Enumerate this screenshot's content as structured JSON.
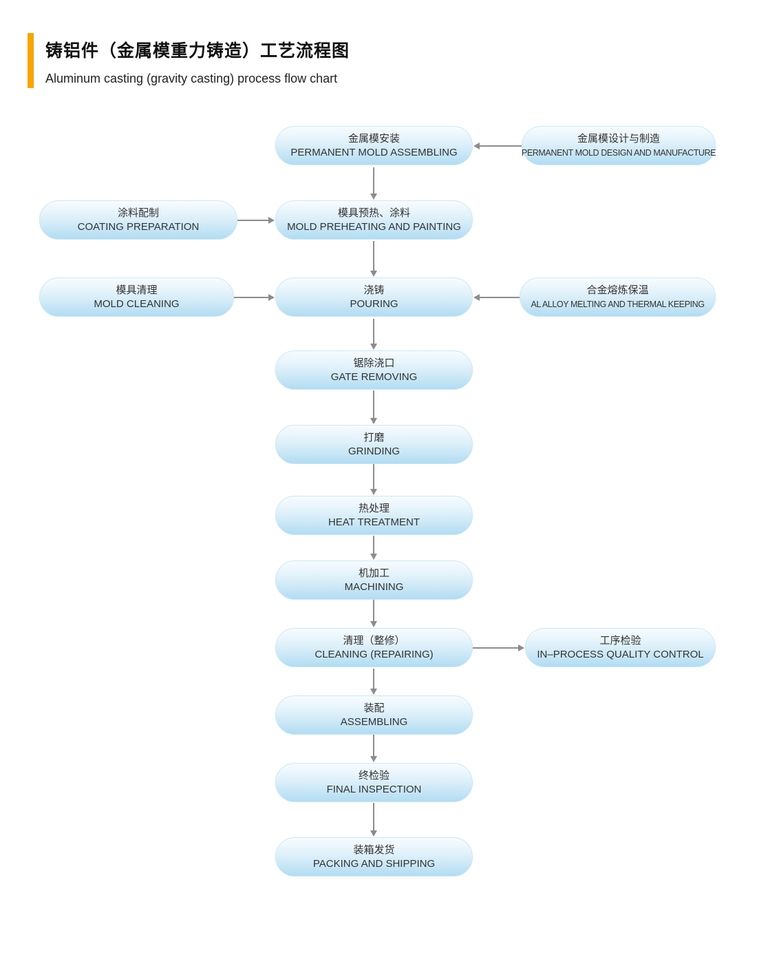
{
  "title": {
    "zh": "铸铝件（金属模重力铸造）工艺流程图",
    "en": "Aluminum casting (gravity casting) process flow chart"
  },
  "colors": {
    "accent": "#F7A600",
    "box_top": "#f8fcff",
    "box_bottom": "#b2dcf2",
    "arrow": "#8c8c8c"
  },
  "nodes": {
    "main": [
      {
        "zh": "金属模安装",
        "en": "PERMANENT MOLD ASSEMBLING"
      },
      {
        "zh": "模具预热、涂料",
        "en": "MOLD PREHEATING AND PAINTING"
      },
      {
        "zh": "浇铸",
        "en": "POURING"
      },
      {
        "zh": "锯除浇口",
        "en": "GATE REMOVING"
      },
      {
        "zh": "打磨",
        "en": "GRINDING"
      },
      {
        "zh": "热处理",
        "en": "HEAT TREATMENT"
      },
      {
        "zh": "机加工",
        "en": "MACHINING"
      },
      {
        "zh": "清理（整修）",
        "en": "CLEANING (REPAIRING)"
      },
      {
        "zh": "装配",
        "en": "ASSEMBLING"
      },
      {
        "zh": "终检验",
        "en": "FINAL INSPECTION"
      },
      {
        "zh": "装箱发货",
        "en": "PACKING AND SHIPPING"
      }
    ],
    "side": [
      {
        "zh": "金属模设计与制造",
        "en": "PERMANENT MOLD DESIGN AND MANUFACTURE"
      },
      {
        "zh": "涂料配制",
        "en": "COATING PREPARATION"
      },
      {
        "zh": "模具清理",
        "en": "MOLD CLEANING"
      },
      {
        "zh": "合金熔炼保温",
        "en": "AL ALLOY MELTING AND THERMAL KEEPING"
      },
      {
        "zh": "工序检验",
        "en": "IN–PROCESS QUALITY CONTROL"
      }
    ]
  }
}
